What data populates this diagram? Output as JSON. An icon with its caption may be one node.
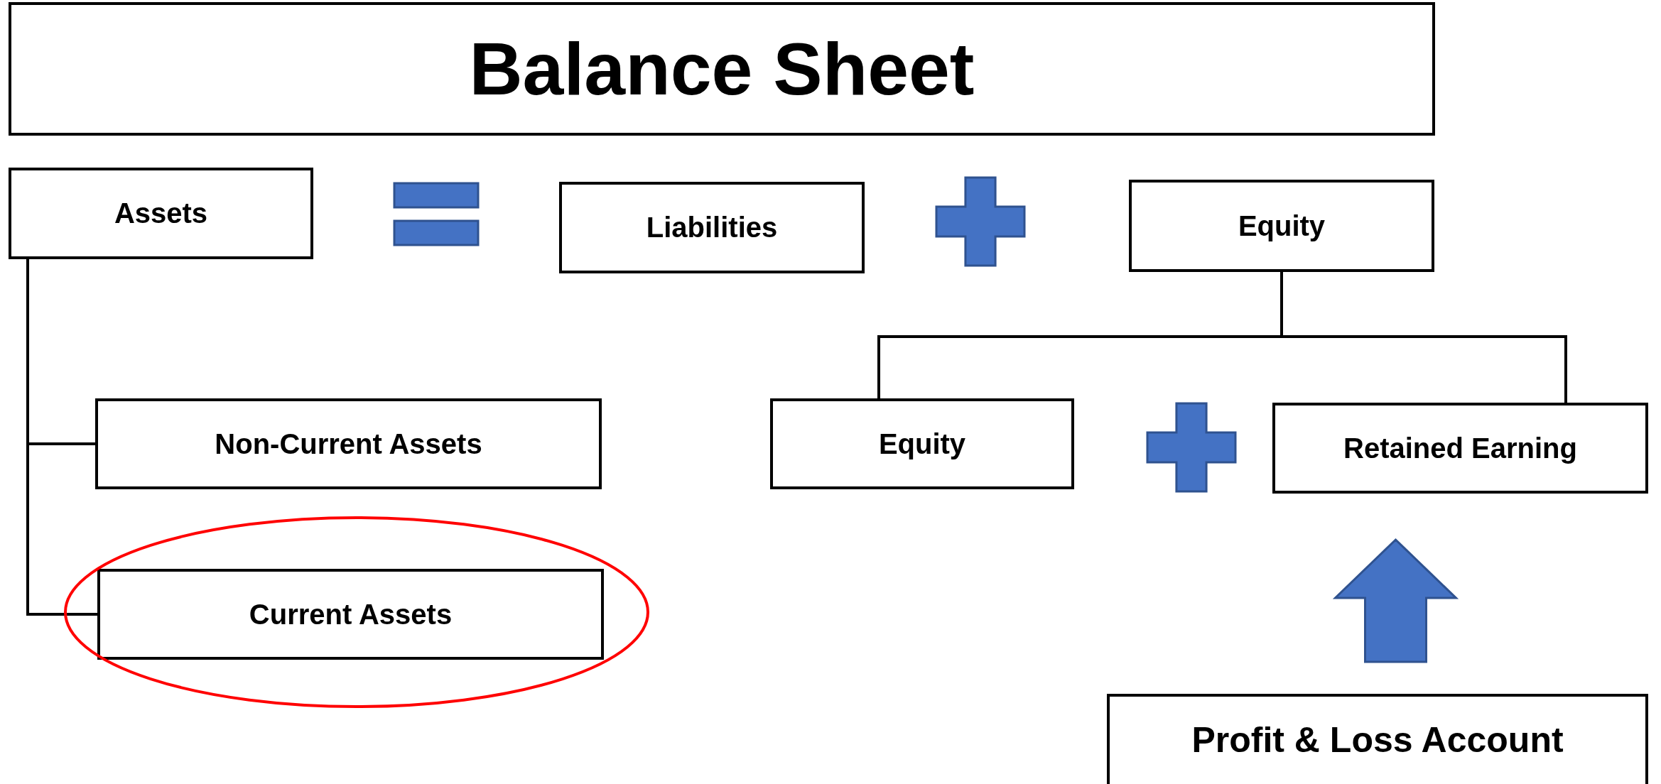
{
  "diagram": {
    "title": "Balance Sheet",
    "nodes": [
      {
        "text": [
          "Assets"
        ]
      },
      {
        "text": [
          "Liabilities"
        ]
      },
      {
        "text": [
          "Equity"
        ]
      },
      {
        "text": [
          "Non-Current Assets"
        ]
      },
      {
        "text": [
          "Current Assets"
        ]
      },
      {
        "text": [
          "Equity"
        ]
      },
      {
        "text": [
          "Retained Earning"
        ]
      },
      {
        "text": [
          "Profit & Loss Account"
        ]
      }
    ],
    "edges": [
      {
        "from": 0,
        "to": 3,
        "arrow": "none"
      },
      {
        "from": 0,
        "to": 4,
        "arrow": "none"
      },
      {
        "from": 2,
        "to": 5,
        "arrow": "none"
      },
      {
        "from": 2,
        "to": 6,
        "arrow": "none"
      },
      {
        "from": 7,
        "to": 6,
        "arrow": "to",
        "style": "thick",
        "color": "#4472c4"
      }
    ]
  }
}
